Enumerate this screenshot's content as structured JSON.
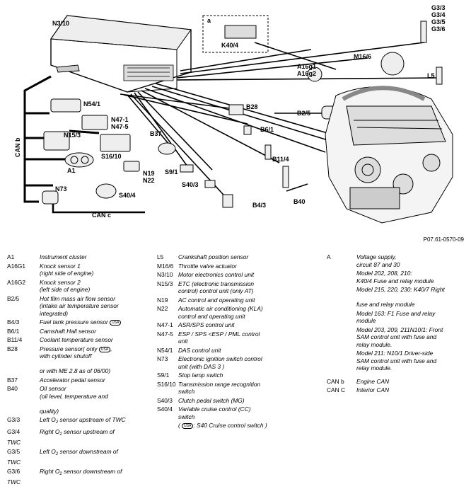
{
  "diagram": {
    "labels": {
      "n3_10": "N3/10",
      "k40_4": "K40/4",
      "a": "a",
      "g3": [
        "G3/3",
        "G3/4",
        "G3/5",
        "G3/6"
      ],
      "m16_6": "M16/6",
      "a16g1": "A16g1",
      "a16g2": "A16g2",
      "l5": "L5",
      "n54_1": "N54/1",
      "b28": "B28",
      "n47_1": "N47-1",
      "n47_5": "N47-5",
      "b2_5": "B2/5",
      "can_b": "CAN  b",
      "n15_3": "N15/3",
      "b6_1": "B6/1",
      "b37": "B37",
      "s16_10": "S16/10",
      "b11_4": "B11/4",
      "a1": "A1",
      "s9_1": "S9/1",
      "n19": "N19",
      "n22": "N22",
      "s40_3": "S40/3",
      "n73": "N73",
      "s40_4": "S40/4",
      "b4_3": "B4/3",
      "b40": "B40",
      "can_c": "CAN  c"
    },
    "ref": "P07.61-0570-09"
  },
  "legend": {
    "col1": [
      {
        "code": "A1",
        "desc": "Instrument cluster"
      },
      {
        "code": "A16G1",
        "desc": "Knock sensor 1\n(right side of engine)"
      },
      {
        "code": "A16G2",
        "desc": "Knock sensor 2\n(left side of engine)"
      },
      {
        "code": "B2/5",
        "desc": "Hot film mass air flow sensor\n(intake air temperature sensor\nintegrated)"
      },
      {
        "code": "B4/3",
        "desc": "Fuel tank pressure sensor",
        "badge": "USA"
      },
      {
        "code": "B6/1",
        "desc": "Camshaft Hall sensor"
      },
      {
        "code": "B11/4",
        "desc": "Coolant temperature sensor"
      },
      {
        "code": "B28",
        "desc": "Pressure sensor( only",
        "badge": "USA",
        "desc2": ",\nwith cylinder shutoff\n\nor with ME 2.8 as of 06/00)"
      },
      {
        "code": "B37",
        "desc": "Accelerator pedal sensor"
      },
      {
        "code": "B40",
        "desc": "Oil sensor\n(oil level, temperature and\n\nquality)"
      },
      {
        "code": "G3/3",
        "desc": "Left O",
        "sub": "2",
        "desc2": " sensor upstream of TWC"
      },
      {
        "code": "G3/4",
        "desc": "Right O",
        "sub": "2",
        "desc2": " sensor upstream of",
        "extra": "TWC"
      },
      {
        "code": "G3/5",
        "desc": "Left O",
        "sub": "2",
        "desc2": " sensor downstream of",
        "extra": "TWC"
      },
      {
        "code": "G3/6",
        "desc": "Right O",
        "sub": "2",
        "desc2": " sensor downstream of",
        "extra": "TWC"
      }
    ],
    "col2": [
      {
        "code": "L5",
        "desc": "Crankshaft position sensor"
      },
      {
        "code": "M16/6",
        "desc": "Throttle valve actuator"
      },
      {
        "code": "N3/10",
        "desc": "Motor electronics control unit"
      },
      {
        "code": "N15/3",
        "desc": "ETC (electronic transmission\ncontrol) control unit (only AT)"
      },
      {
        "code": "N19",
        "desc": "AC control and operating unit"
      },
      {
        "code": "N22",
        "desc": "Automatic air conditioning (KLA)\ncontrol and operating unit"
      },
      {
        "code": "N47-1",
        "desc": "ASR/SPS control unit"
      },
      {
        "code": "N47-5",
        "desc": "ESP / SPS <ESP / PML control\nunit"
      },
      {
        "code": "N54/1",
        "desc": "DAS control unit"
      },
      {
        "code": "N73",
        "desc": "Electronic ignition switch control\nunit (with DAS 3   )"
      },
      {
        "code": "S9/1",
        "desc": "Stop lamp switch"
      },
      {
        "code": "S16/10",
        "desc": "Transmission range recognition\nswitch"
      },
      {
        "code": "S40/3",
        "desc": "Clutch pedal switch (MG)"
      },
      {
        "code": "S40/4",
        "desc": "Variable cruise control (CC)\nswitch"
      },
      {
        "code": "",
        "desc": "(",
        "badge": "USA",
        "desc2": ": S40 Cruise control switch      )"
      }
    ],
    "col3": [
      {
        "code": "A",
        "desc": "Voltage supply,\ncircuit 87 and 30"
      },
      {
        "code": "",
        "desc": "Model 202, 208, 210:\nK40/4 Fuse and relay module"
      },
      {
        "code": "",
        "desc": "Model 215, 220, 230: K40/7 Right\n\nfuse and relay module"
      },
      {
        "code": "",
        "desc": "Model 163: F1 Fuse and relay\nmodule"
      },
      {
        "code": "",
        "desc": "Model 203, 209, 211N10/1: Front\nSAM control unit with fuse and\nrelay module."
      },
      {
        "code": "",
        "desc": "Model 211: N10/1 Driver-side\nSAM control unit with fuse and\nrelay module."
      },
      {
        "code": "CAN   b",
        "desc": "Engine CAN",
        "gap": true
      },
      {
        "code": "CAN C",
        "desc": "Interior CAN"
      }
    ]
  }
}
